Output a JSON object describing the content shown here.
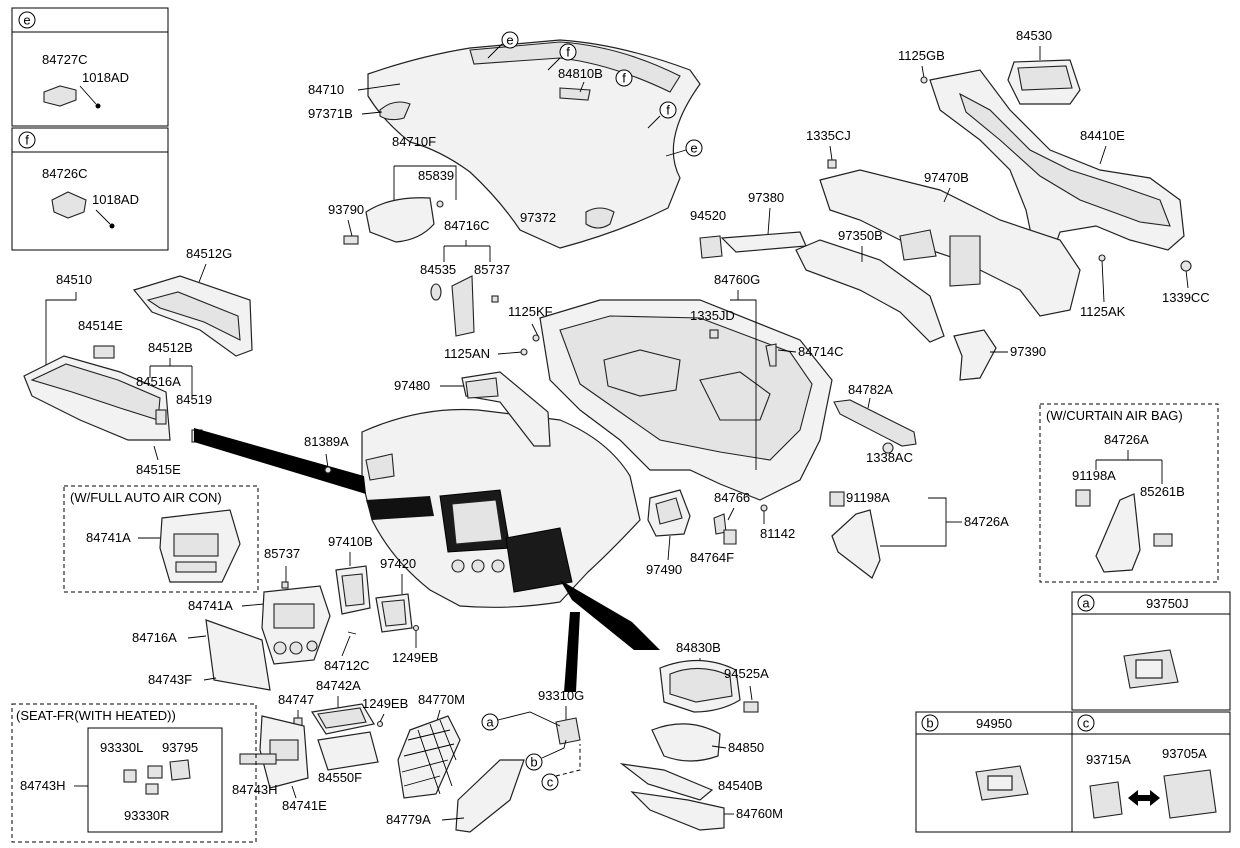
{
  "diagram": {
    "part_labels": {
      "p84710": "84710",
      "p97371B": "97371B",
      "p84810B": "84810B",
      "p97372": "97372",
      "p84710F": "84710F",
      "p85839": "85839",
      "p93790": "93790",
      "p84716C": "84716C",
      "p84535": "84535",
      "p85737a": "85737",
      "p1125KF": "1125KF",
      "p1125AN": "1125AN",
      "p84760G": "84760G",
      "p1335JD": "1335JD",
      "p84714C": "84714C",
      "p97480": "97480",
      "p84782A": "84782A",
      "p1338AC": "1338AC",
      "p81389A": "81389A",
      "p84766": "84766",
      "p81142": "81142",
      "p84764F": "84764F",
      "p97490": "97490",
      "p91198A": "91198A",
      "p84726A": "84726A",
      "p84510": "84510",
      "p84512G": "84512G",
      "p84514E": "84514E",
      "p84512B": "84512B",
      "p84516A": "84516A",
      "p84519": "84519",
      "p84515E": "84515E",
      "p1125GB": "1125GB",
      "p84530": "84530",
      "p84410E": "84410E",
      "p1335CJ": "1335CJ",
      "p97470B": "97470B",
      "p97380": "97380",
      "p94520": "94520",
      "p97350B": "97350B",
      "p1125AK": "1125AK",
      "p1339CC": "1339CC",
      "p97390": "97390",
      "p84741A": "84741A",
      "p85737b": "85737",
      "p97410B": "97410B",
      "p97420": "97420",
      "p84741A2": "84741A",
      "p84716A": "84716A",
      "p84743F": "84743F",
      "p84712C": "84712C",
      "p1249EB": "1249EB",
      "p84747": "84747",
      "p84742A": "84742A",
      "p1249EB2": "1249EB",
      "p84770M": "84770M",
      "p84743H": "84743H",
      "p84741E": "84741E",
      "p84550F": "84550F",
      "p84779A": "84779A",
      "p93310G": "93310G",
      "p84830B": "84830B",
      "p94525A": "94525A",
      "p84850": "84850",
      "p84540B": "84540B",
      "p84760M": "84760M",
      "p84743H2": "84743H",
      "p93330L": "93330L",
      "p93795": "93795",
      "p93330R": "93330R"
    },
    "callout_markers": {
      "e": "e",
      "f": "f",
      "a": "a",
      "b": "b",
      "c": "c"
    },
    "inset_e": {
      "marker": "e",
      "part1": "84727C",
      "part2": "1018AD"
    },
    "inset_f": {
      "marker": "f",
      "part1": "84726C",
      "part2": "1018AD"
    },
    "inset_auto_air": {
      "title": "(W/FULL AUTO AIR CON)",
      "part": "84741A"
    },
    "inset_curtain": {
      "title": "(W/CURTAIN AIR BAG)",
      "part_main": "84726A",
      "part1": "91198A",
      "part2": "85261B"
    },
    "inset_seat": {
      "title": "(SEAT-FR(WITH HEATED))"
    },
    "inset_a": {
      "marker": "a",
      "part": "93750J"
    },
    "inset_b": {
      "marker": "b",
      "part": "94950"
    },
    "inset_c": {
      "marker": "c",
      "part1": "93715A",
      "part2": "93705A"
    }
  }
}
